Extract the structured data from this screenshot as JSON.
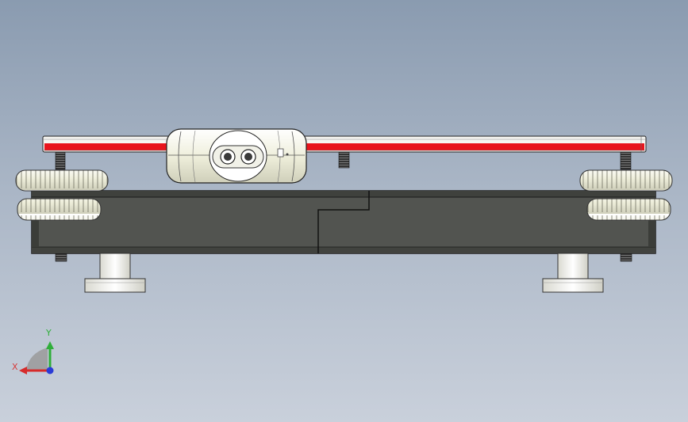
{
  "viewport": {
    "background_top": "#8a9bb0",
    "background_bottom": "#c9d0db"
  },
  "model": {
    "components": [
      "top-rail",
      "center-carriage",
      "base-plate",
      "left-adjust-knobs",
      "right-adjust-knobs",
      "left-foot",
      "right-foot",
      "threaded-studs"
    ],
    "colors": {
      "rail_stripe": "#e8141c",
      "base_plate": "#525450",
      "knob": "#f3f3e4",
      "stud": "#2a2a2a"
    }
  },
  "triad": {
    "x_label": "X",
    "y_label": "Y",
    "x_color": "#d62b2b",
    "y_color": "#2fae3a",
    "z_color": "#2a3bd6"
  }
}
